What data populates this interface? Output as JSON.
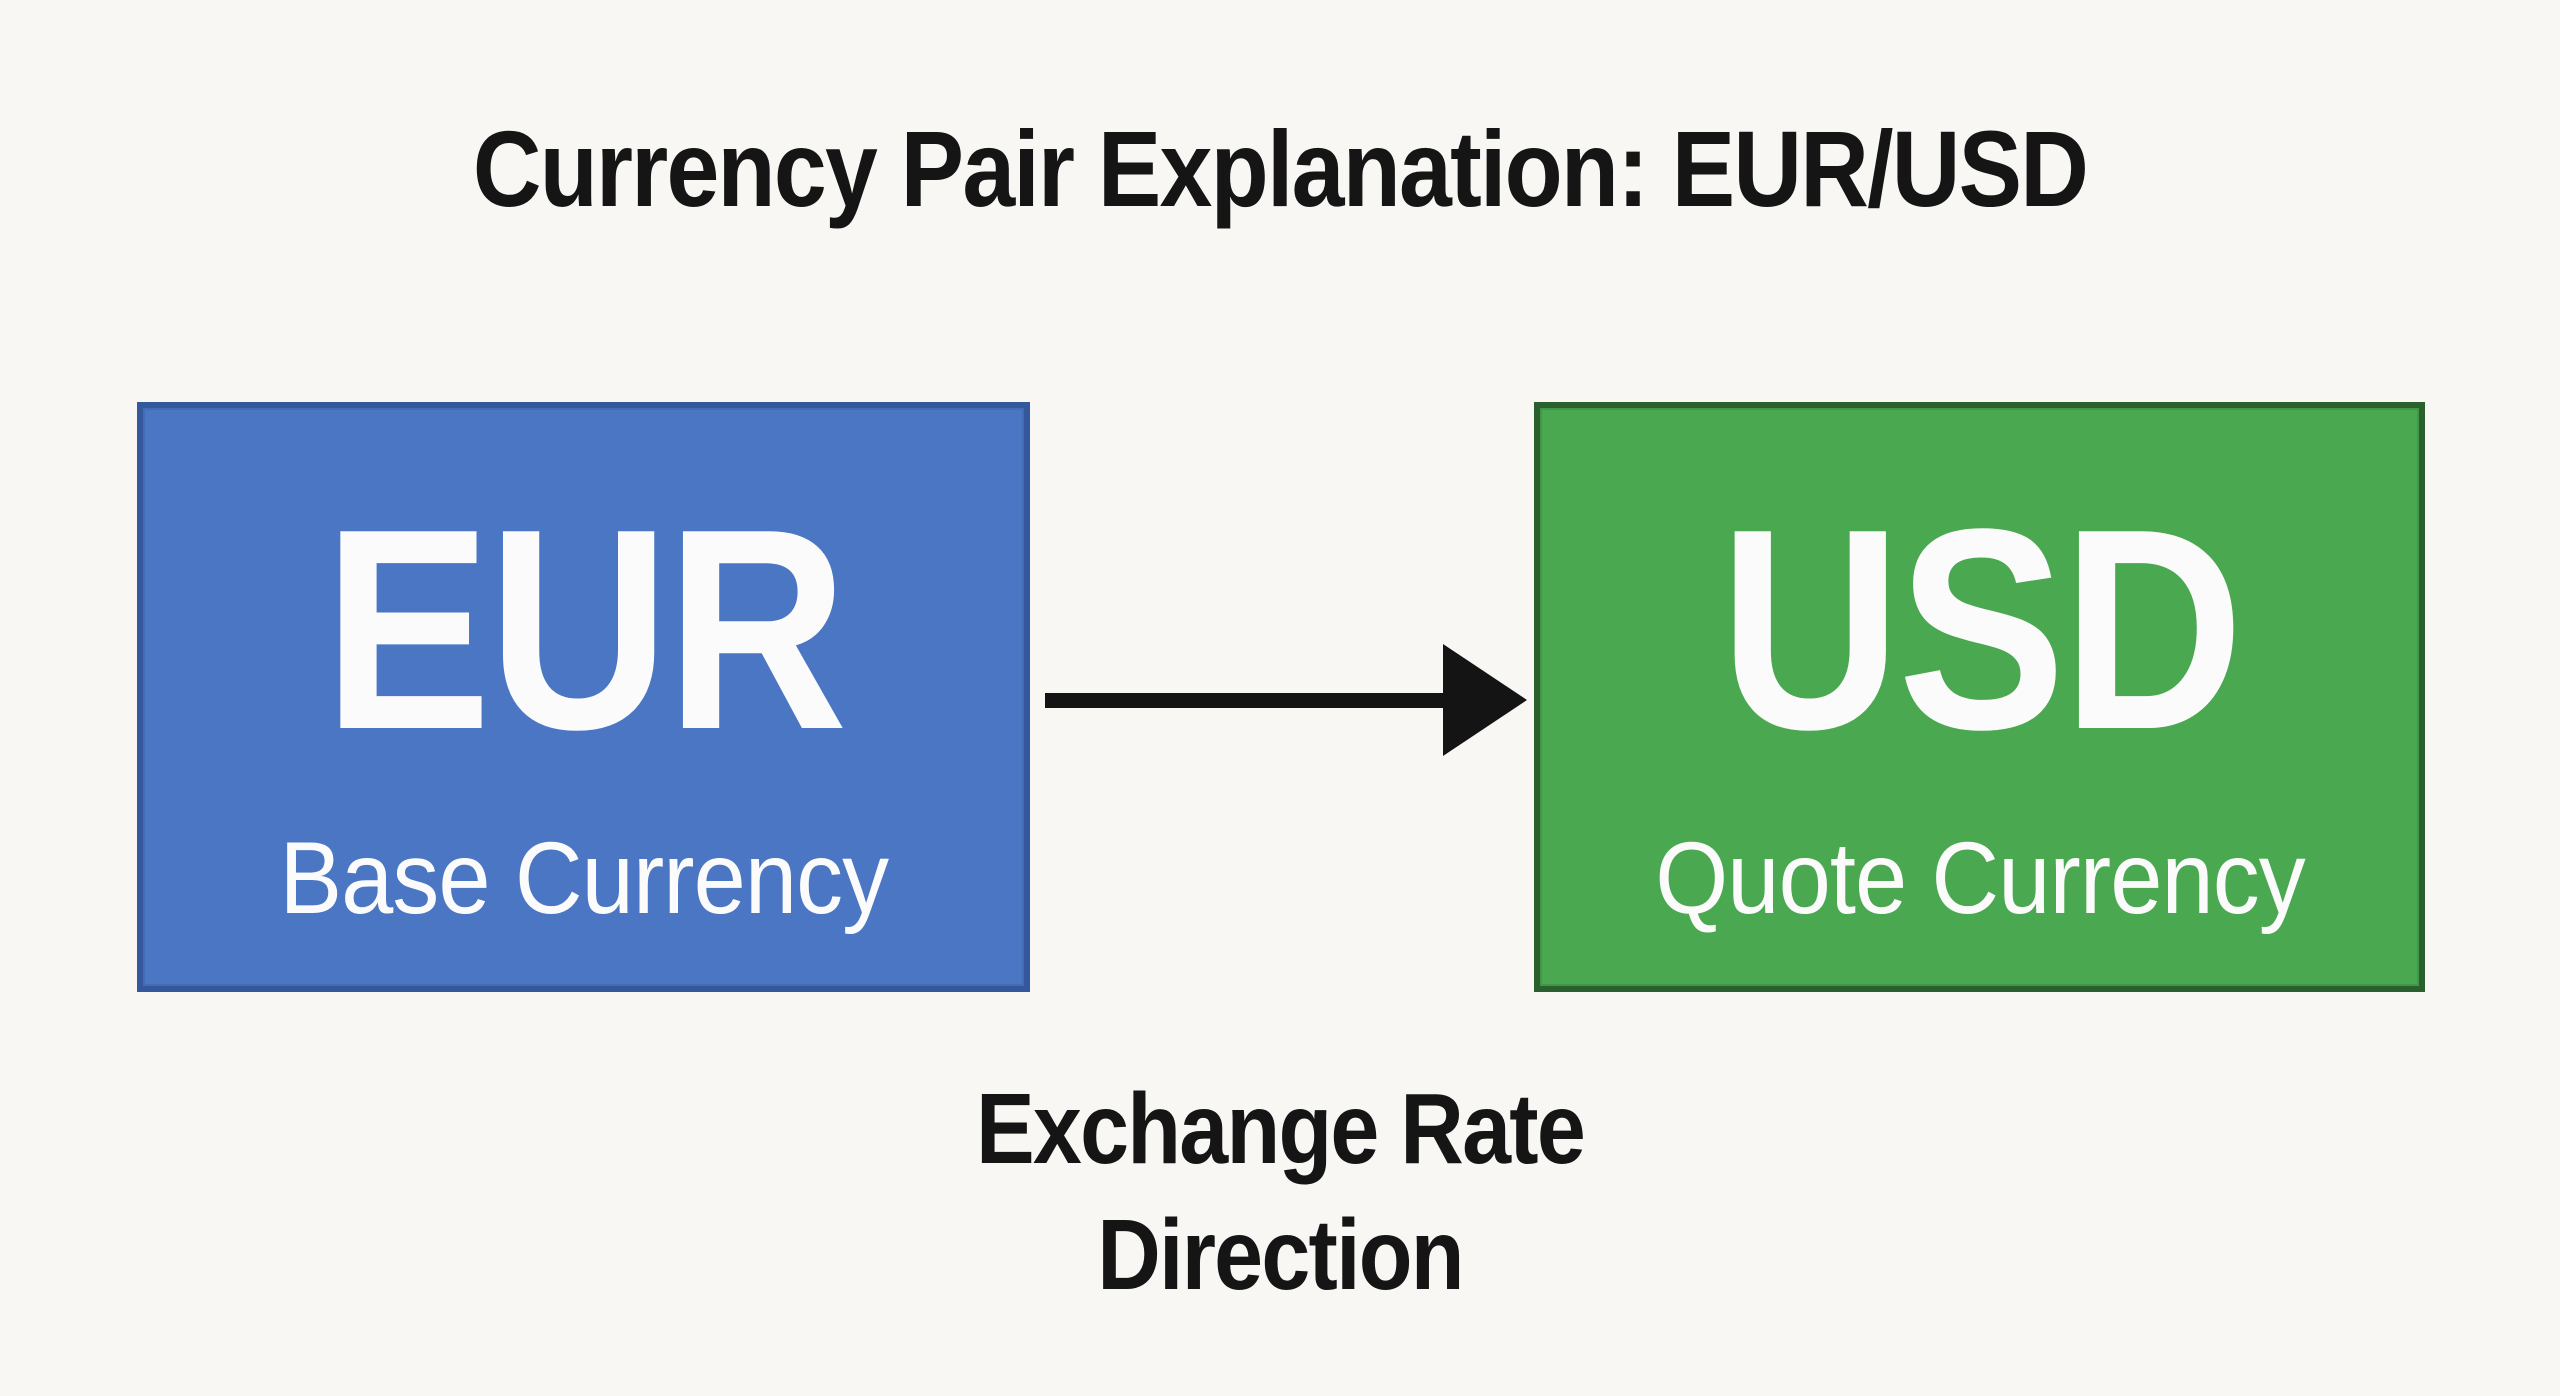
{
  "title": "Currency Pair Explanation: EUR/USD",
  "boxes": {
    "base": {
      "code": "EUR",
      "role": "Base Currency"
    },
    "quote": {
      "code": "USD",
      "role": "Quote Currency"
    }
  },
  "arrow": {
    "direction": "right"
  },
  "caption": {
    "line1": "Exchange Rate",
    "line2": "Direction"
  },
  "colors": {
    "background": "#f8f7f4",
    "title_text": "#151515",
    "base_fill": "#4a76c4",
    "base_border": "#33599c",
    "quote_fill": "#4aa850",
    "quote_border": "#2a602d",
    "arrow_color": "#141414",
    "box_text": "#fbfbfb"
  }
}
